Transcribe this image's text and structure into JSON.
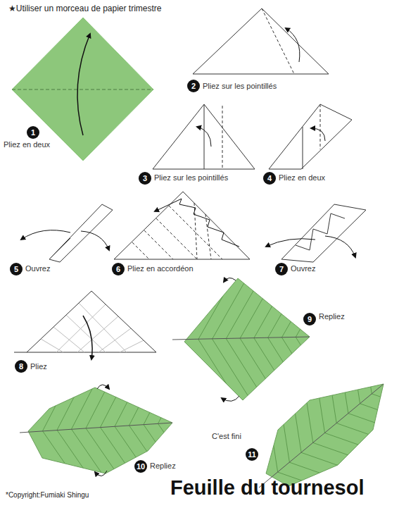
{
  "diagram": {
    "title": "Feuille du tournesol",
    "nodes": [
      {
        "text": [
          "1",
          "Pliez en deux"
        ]
      },
      {
        "text": [
          "2",
          "Pliez sur les pointillés"
        ]
      },
      {
        "text": [
          "3",
          "Pliez sur les pointillés"
        ]
      },
      {
        "text": [
          "4",
          "Pliez en deux"
        ]
      },
      {
        "text": [
          "5",
          "Ouvrez"
        ]
      },
      {
        "text": [
          "6",
          "Pliez en accordéon"
        ]
      },
      {
        "text": [
          "7",
          "Ouvrez"
        ]
      },
      {
        "text": [
          "8",
          "Pliez"
        ]
      },
      {
        "text": [
          "9",
          "Repliez"
        ]
      },
      {
        "text": [
          "10",
          "Repliez"
        ]
      },
      {
        "text": [
          "11",
          "C'est fini"
        ]
      }
    ],
    "labels": [
      "★Utiliser un morceau de papier trimestre",
      "*Copyright:Fumiaki Shingu"
    ]
  }
}
